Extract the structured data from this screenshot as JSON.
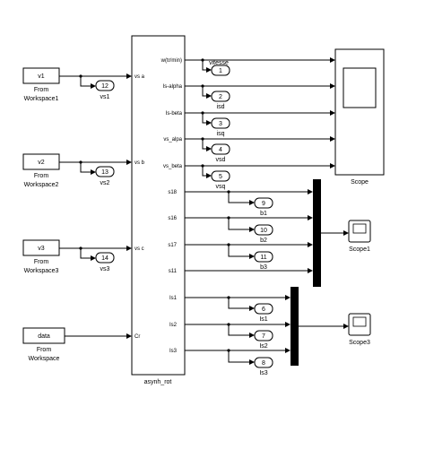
{
  "from_workspace": [
    {
      "var": "v1",
      "caption": [
        "From",
        "Workspace1"
      ]
    },
    {
      "var": "v2",
      "caption": [
        "From",
        "Workspace2"
      ]
    },
    {
      "var": "v3",
      "caption": [
        "From",
        "Workspace3"
      ]
    },
    {
      "var": "data",
      "caption": [
        "From",
        "Workspace"
      ]
    }
  ],
  "input_ports": [
    {
      "num": "12",
      "label": "vs1"
    },
    {
      "num": "13",
      "label": "vs2"
    },
    {
      "num": "14",
      "label": "vs3"
    }
  ],
  "subsystem": {
    "name": "asynh_rot",
    "inputs": [
      "vs a",
      "vs b",
      "vs c",
      "Cr"
    ],
    "outputs": [
      "w(tr/min)",
      "Is-alpha",
      "Is-beta",
      "vs_alpa",
      "vs_beta",
      "s18",
      "s16",
      "s17",
      "s11",
      "Is1",
      "Is2",
      "Is3"
    ]
  },
  "output_ports": [
    {
      "num": "1",
      "label": "vitesse"
    },
    {
      "num": "2",
      "label": "isd"
    },
    {
      "num": "3",
      "label": "isq"
    },
    {
      "num": "4",
      "label": "vsd"
    },
    {
      "num": "5",
      "label": "vsq"
    },
    {
      "num": "9",
      "label": "b1"
    },
    {
      "num": "10",
      "label": "b2"
    },
    {
      "num": "11",
      "label": "b3"
    },
    {
      "num": "6",
      "label": "Is1"
    },
    {
      "num": "7",
      "label": "Is2"
    },
    {
      "num": "8",
      "label": "Is3"
    }
  ],
  "scopes": {
    "main": "Scope",
    "one": "Scope1",
    "three": "Scope3"
  }
}
